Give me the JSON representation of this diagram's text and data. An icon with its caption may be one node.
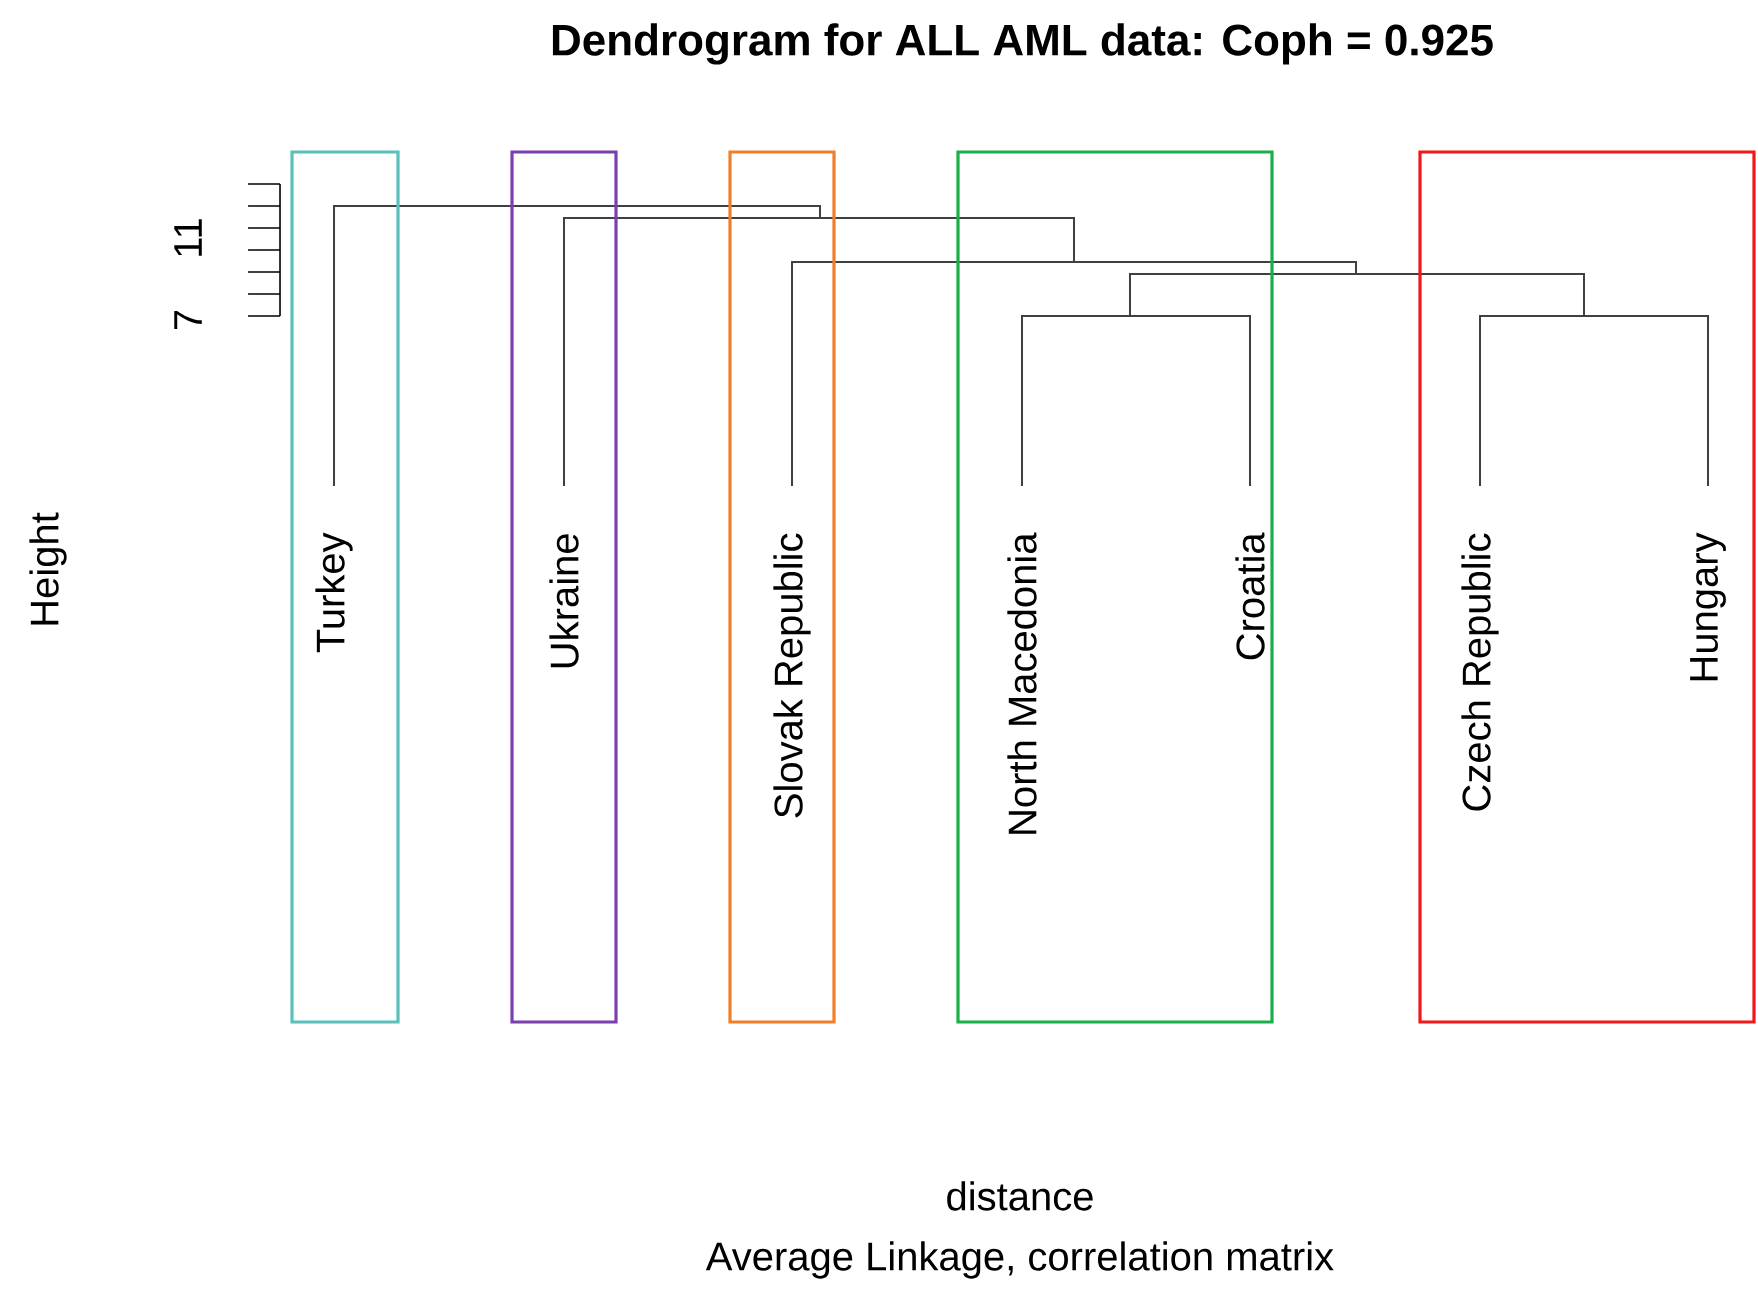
{
  "diagram": {
    "title": "Dendrogram for ALL AML data: Coph = 0.925",
    "nodes": [
      {
        "text": [
          "Turkey"
        ]
      },
      {
        "text": [
          "Ukraine"
        ]
      },
      {
        "text": [
          "Slovak Republic"
        ]
      },
      {
        "text": [
          "North Macedonia",
          "Croatia"
        ]
      },
      {
        "text": [
          "Czech Republic",
          "Hungary"
        ]
      }
    ],
    "edges": [],
    "labels": [
      "11",
      "7",
      "Height",
      "distance",
      "Average Linkage, correlation matrix"
    ]
  }
}
